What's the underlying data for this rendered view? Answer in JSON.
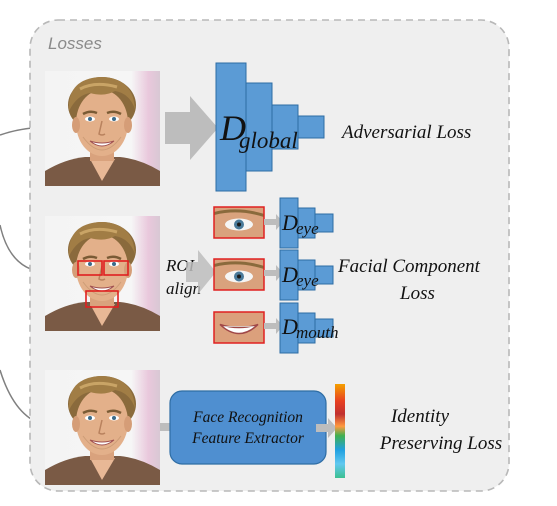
{
  "panel": {
    "title": "Losses"
  },
  "global": {
    "disc_main": "D",
    "disc_sub": "global",
    "loss_label": "Adversarial Loss"
  },
  "components": {
    "roi_line1": "ROI",
    "roi_line2": "align",
    "eye1": {
      "main": "D",
      "sub": "eye"
    },
    "eye2": {
      "main": "D",
      "sub": "eye"
    },
    "mouth": {
      "main": "D",
      "sub": "mouth"
    },
    "loss_line1": "Facial Component",
    "loss_line2": "Loss"
  },
  "identity": {
    "extractor_line1": "Face Recognition",
    "extractor_line2": "Feature Extractor",
    "loss_line1": "Identity",
    "loss_line2": "Preserving Loss"
  },
  "colors": {
    "discriminator_fill": "#5b9bd5",
    "discriminator_stroke": "#2e6da4",
    "panel_bg": "#efefef",
    "panel_border": "#b8b8b8",
    "arrow_gray": "#bdbdbd",
    "roi_box": "#e02020",
    "extractor_fill": "#4f8fd0"
  }
}
